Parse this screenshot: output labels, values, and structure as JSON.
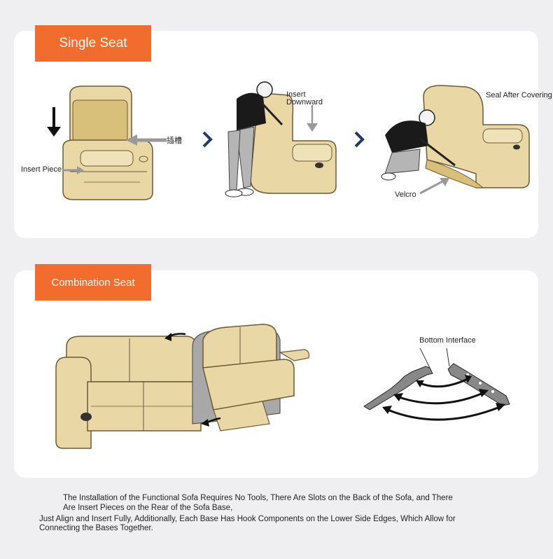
{
  "section1": {
    "tag": "Single Seat",
    "labels": {
      "slot": "插槽",
      "insert_piece": "Insert Piece",
      "insert_downward_1": "Insert",
      "insert_downward_2": "Downward",
      "seal_after_covering": "Seal After Covering",
      "velcro": "Velcro"
    }
  },
  "section2": {
    "tag": "Combination Seat",
    "labels": {
      "bottom_interface": "Bottom Interface"
    }
  },
  "description": {
    "line1": "The Installation of the Functional Sofa Requires No Tools, There Are Slots on the Back of the Sofa, and There",
    "line2": "Are Insert Pieces on the Rear of the Sofa Base,",
    "line3": "Just Align and Insert Fully, Additionally, Each Base Has Hook Components on the Lower Side Edges, Which Allow for",
    "line4": "Connecting the Bases Together."
  },
  "colors": {
    "tag": "#f26d2d",
    "sofa": "#e9d8a6",
    "sofa_outline": "#6b5a35",
    "arrow_blue": "#1f3a66",
    "background": "#efeff1"
  }
}
